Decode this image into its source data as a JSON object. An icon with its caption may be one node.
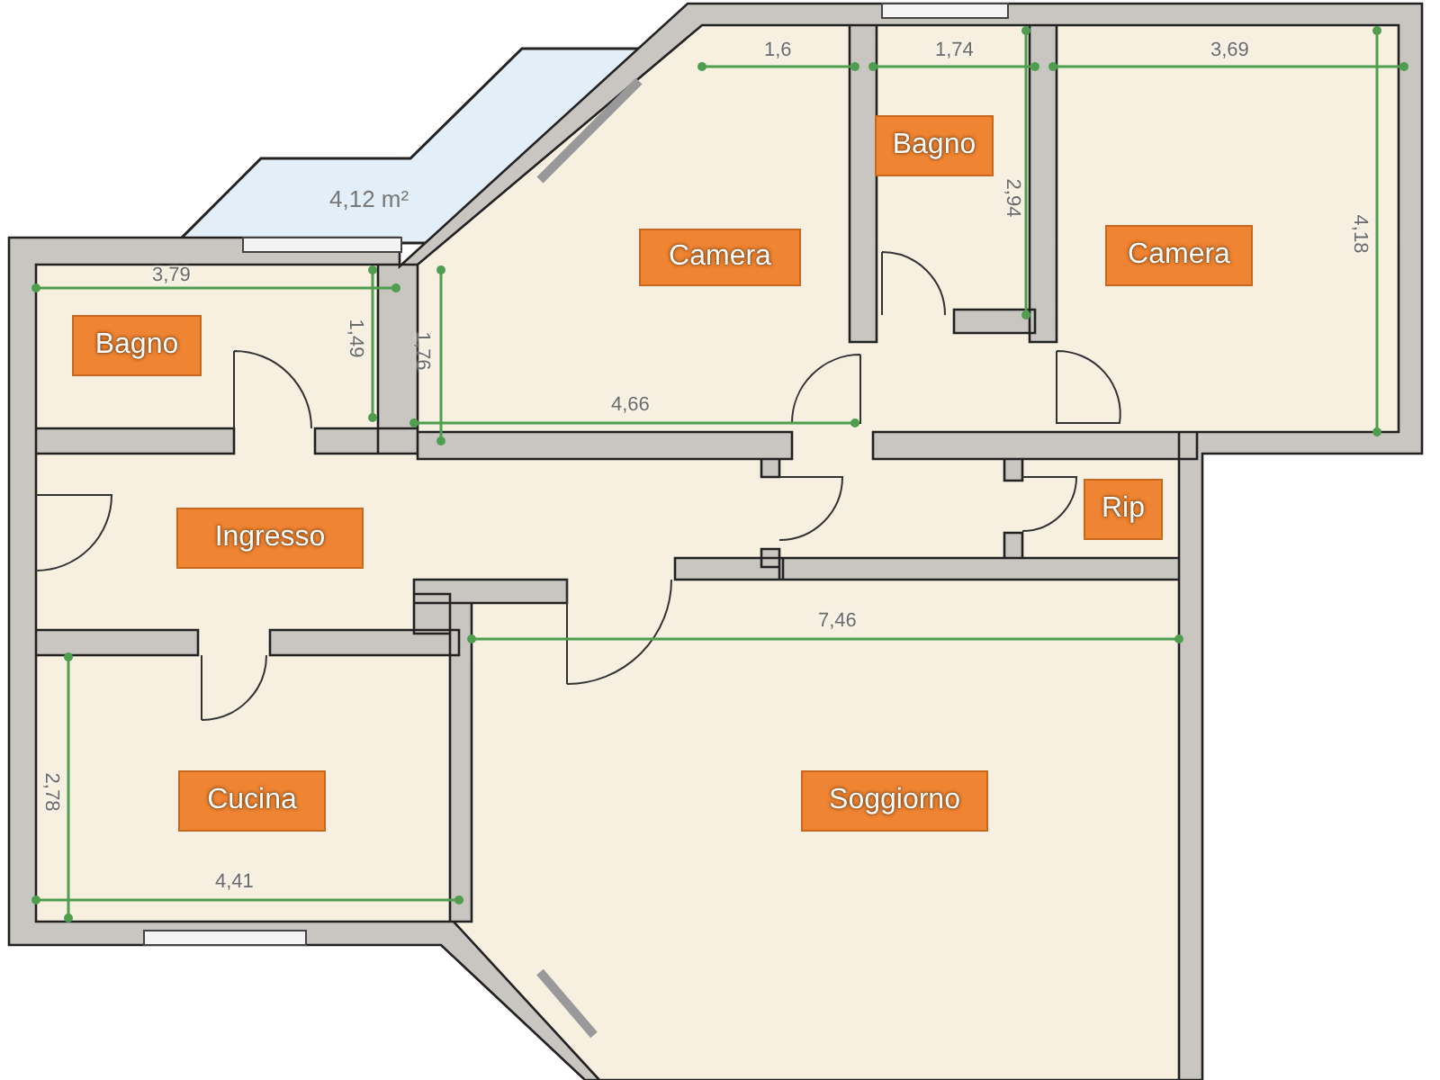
{
  "diagram": {
    "nodes": [
      {
        "text": [
          "Bagno"
        ]
      },
      {
        "text": [
          "Camera"
        ]
      },
      {
        "text": [
          "Camera"
        ]
      },
      {
        "text": [
          "Bagno"
        ]
      },
      {
        "text": [
          "Ingresso"
        ]
      },
      {
        "text": [
          "Rip"
        ]
      },
      {
        "text": [
          "Cucina"
        ]
      },
      {
        "text": [
          "Soggiorno"
        ]
      }
    ],
    "labels": [
      "1,6",
      "1,74",
      "3,69",
      "2,94",
      "4,12 m²",
      "4,18",
      "3,79",
      "1,49",
      "1,76",
      "4,66",
      "7,46",
      "2,78",
      "4,41"
    ]
  }
}
